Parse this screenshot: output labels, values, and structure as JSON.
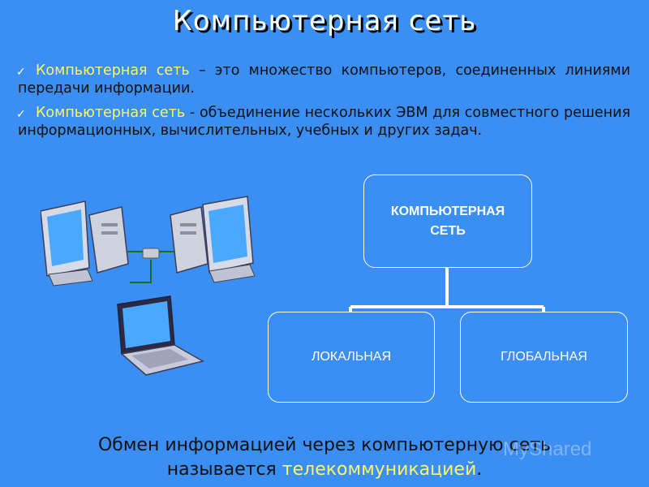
{
  "slide": {
    "title": "Компьютерная сеть",
    "bullets": [
      {
        "term": "Компьютерная сеть",
        "rest": " – это множество компьютеров, соединенных линиями передачи информации."
      },
      {
        "term": "Компьютерная сеть",
        "rest": " - объединение нескольких ЭВМ для совместного решения информационных, вычислительных, учебных и других задач."
      }
    ],
    "diagram": {
      "root_line1": "КОМПЬЮТЕРНАЯ",
      "root_line2": "СЕТЬ",
      "left": "ЛОКАЛЬНАЯ",
      "right": "ГЛОБАЛЬНАЯ"
    },
    "footer": {
      "line1": "Обмен информацией через компьютерную сеть",
      "line2_prefix": "называется ",
      "line2_highlight": "телекоммуникацией",
      "line2_suffix": "."
    },
    "watermark": "MyShared"
  },
  "colors": {
    "background": "#3b8ef2",
    "highlight": "#fff36a",
    "title_text": "#ffffff",
    "body_text": "#111111"
  }
}
